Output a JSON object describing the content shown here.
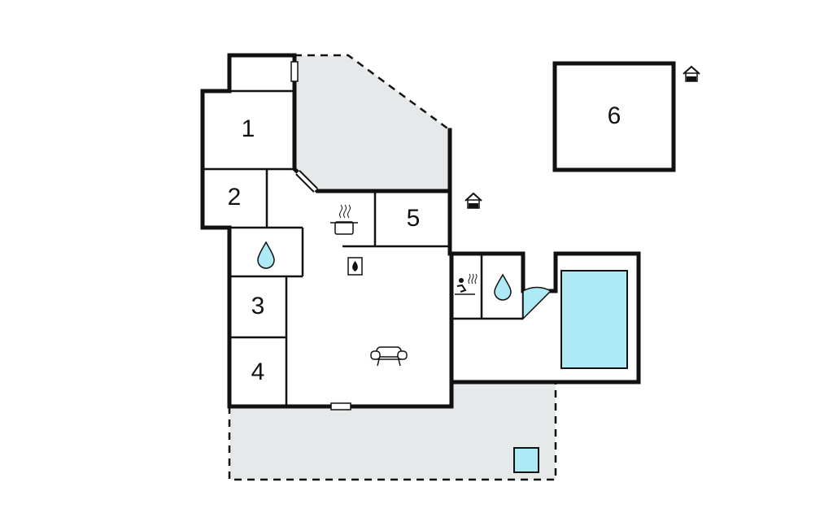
{
  "colors": {
    "wall": "#111111",
    "outdoor_area": "#e6e9ea",
    "water": "#aeeaf5",
    "background": "#ffffff"
  },
  "rooms": [
    {
      "id": "room-1",
      "label": "1"
    },
    {
      "id": "room-2",
      "label": "2"
    },
    {
      "id": "room-3",
      "label": "3"
    },
    {
      "id": "room-4",
      "label": "4"
    },
    {
      "id": "room-5",
      "label": "5"
    },
    {
      "id": "room-6",
      "label": "6"
    }
  ],
  "icons": [
    "cooking-pot-icon",
    "fireplace-icon",
    "bathroom-water-drop-icon",
    "sauna-water-drop-icon",
    "sauna-icon",
    "sofa-icon",
    "house-marker-icon",
    "separate-building-house-icon",
    "swimming-pool",
    "hot-tub-icon"
  ]
}
